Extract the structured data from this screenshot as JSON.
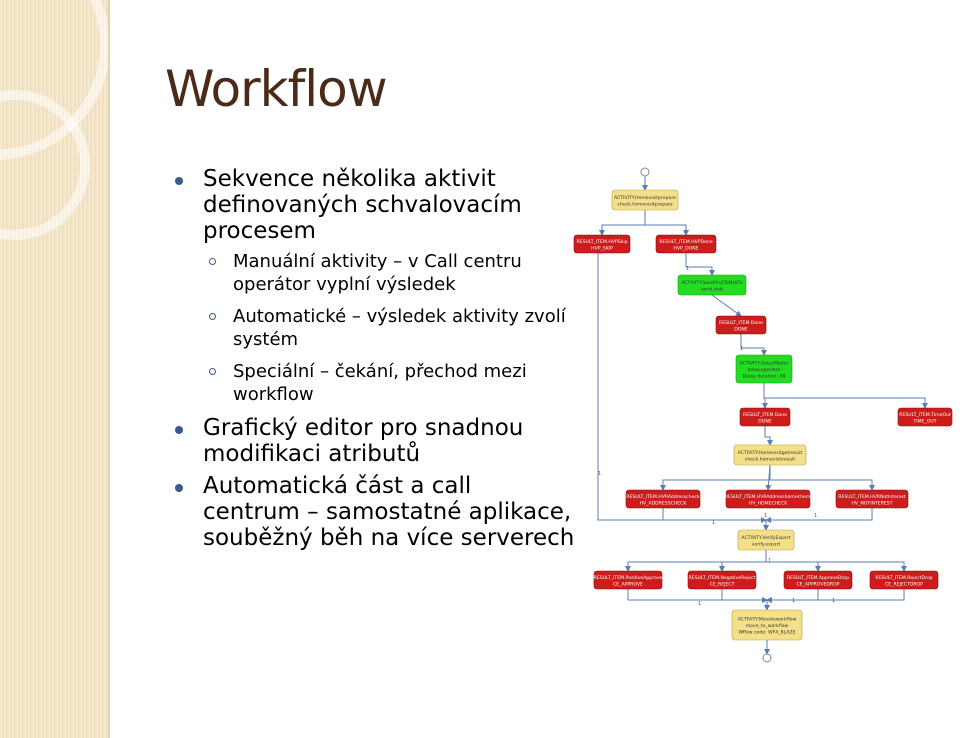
{
  "slide": {
    "title": "Workflow"
  },
  "bullets": [
    {
      "text": "Sekvence několika aktivit definovaných schvalovacím procesem",
      "sub": [
        "Manuální aktivity – v Call centru operátor vyplní výsledek",
        "Automatické – výsledek aktivity zvolí systém",
        "Speciální – čekání, přechod mezi workflow"
      ]
    },
    {
      "text": "Grafický editor pro snadnou modifikaci atributů",
      "sub": []
    },
    {
      "text": "Automatická část a call centrum – samostatné aplikace, souběžný běh na více serverech",
      "sub": []
    }
  ],
  "diagram": {
    "colors": {
      "activity": "#f5e08a",
      "activity_green": "#22dd22",
      "result": "#cc1c1c",
      "result_text": "#ffffff",
      "line": "#5a7db5",
      "start": "#888888"
    },
    "nodes": [
      {
        "id": "n1",
        "kind": "activity",
        "l1": "ACTIVITY.Homevisitprepare",
        "l2": "check.homevisitprepare"
      },
      {
        "id": "n2",
        "kind": "result",
        "l1": "RESULT_ITEM.HVPSkip",
        "l2": "HVP_SKIP"
      },
      {
        "id": "n3",
        "kind": "result",
        "l1": "RESULT_ITEM.HVPDone",
        "l2": "HVP_DONE"
      },
      {
        "id": "n4",
        "kind": "activity_green",
        "l1": "ACTIVITY.SendVisitToMUCH",
        "l2": "send.visit"
      },
      {
        "id": "n5",
        "kind": "result",
        "l1": "RESULT_ITEM.Done",
        "l2": "DONE"
      },
      {
        "id": "n6",
        "kind": "activity_green",
        "l1": "ACTIVITY.DelayWaiter",
        "l2": "delay.operator",
        "l3": "Delay duration: 48"
      },
      {
        "id": "n7",
        "kind": "result",
        "l1": "RESULT_ITEM.Done",
        "l2": "DONE"
      },
      {
        "id": "n8",
        "kind": "result",
        "l1": "RESULT_ITEM.TimeOut",
        "l2": "TIME_OUT"
      },
      {
        "id": "n9",
        "kind": "activity",
        "l1": "ACTIVITY.Homevisitgetresult",
        "l2": "check.homevisitresult"
      },
      {
        "id": "n10",
        "kind": "result",
        "l1": "RESULT_ITEM.HVRAddresscheck",
        "l2": "HV_ADDRESSCHECK"
      },
      {
        "id": "n11",
        "kind": "result",
        "l1": "RESULT_ITEM.HVRAddresshomecheck",
        "l2": "HV_HOMECHECK"
      },
      {
        "id": "n12",
        "kind": "result",
        "l1": "RESULT_ITEM.HVRNotInterest",
        "l2": "HV_NOTINTEREST"
      },
      {
        "id": "n13",
        "kind": "activity",
        "l1": "ACTIVITY.VerifyExpert",
        "l2": "verify.expert"
      },
      {
        "id": "n14",
        "kind": "result",
        "l1": "RESULT_ITEM.PositiveApprove",
        "l2": "CE_APPROVE"
      },
      {
        "id": "n15",
        "kind": "result",
        "l1": "RESULT_ITEM.NegativeReject",
        "l2": "CE_REJECT"
      },
      {
        "id": "n16",
        "kind": "result",
        "l1": "RESULT_ITEM.ApproveDrop",
        "l2": "CE_APPROVEDROP"
      },
      {
        "id": "n17",
        "kind": "result",
        "l1": "RESULT_ITEM.RejectDrop",
        "l2": "CE_REJECTDROP"
      },
      {
        "id": "n18",
        "kind": "activity",
        "l1": "ACTIVITY.Movetoworkflow",
        "l2": "move_to_workflow",
        "l3": "Wflow code: WF4_BLAZE"
      }
    ],
    "edge_label": "1"
  }
}
